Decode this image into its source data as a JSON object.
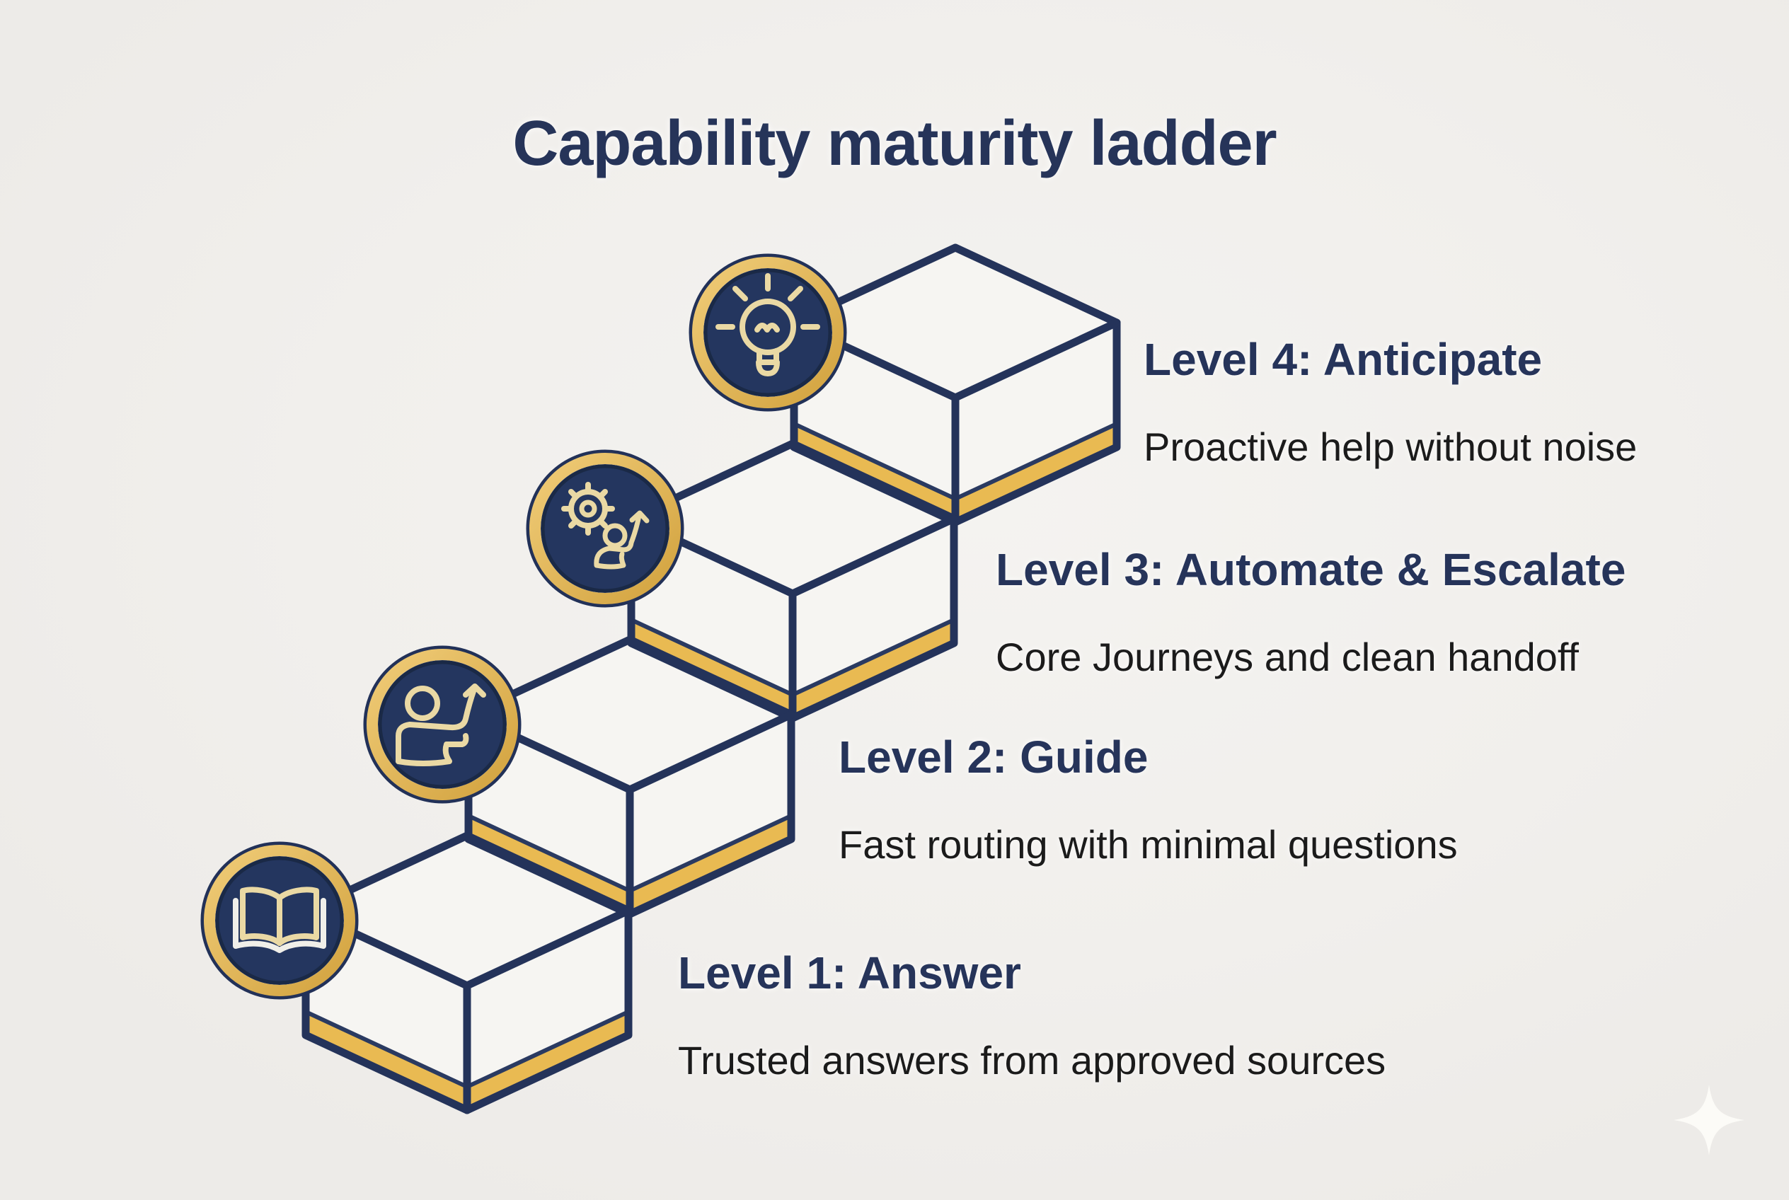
{
  "title": "Capability maturity ladder",
  "levels": [
    {
      "num": "1",
      "heading": "Level 1: Answer",
      "description": "Trusted answers from approved sources",
      "icon": "open-book-icon"
    },
    {
      "num": "2",
      "heading": "Level 2: Guide",
      "description": "Fast routing with minimal questions",
      "icon": "person-raising-hand-arrow-icon"
    },
    {
      "num": "3",
      "heading": "Level 3: Automate & Escalate",
      "description": "Core Journeys and clean handoff",
      "icon": "gear-person-arrow-icon"
    },
    {
      "num": "4",
      "heading": "Level 4: Anticipate",
      "description": "Proactive help without noise",
      "icon": "lightbulb-idea-icon"
    }
  ],
  "colors": {
    "background": "#f1efec",
    "cube_face": "#f6f5f2",
    "line_navy": "#24335a",
    "gold_band": "#e9ba52",
    "badge_ring_gold": "#ddb054",
    "badge_fill_navy": "#24365f",
    "icon_stroke_cream": "#ead9a4",
    "heading_navy": "#26345a",
    "body_text": "#1b1b1b",
    "sparkle_white": "#fcfbf7"
  },
  "decor": {
    "sparkle": "four-point-star"
  }
}
